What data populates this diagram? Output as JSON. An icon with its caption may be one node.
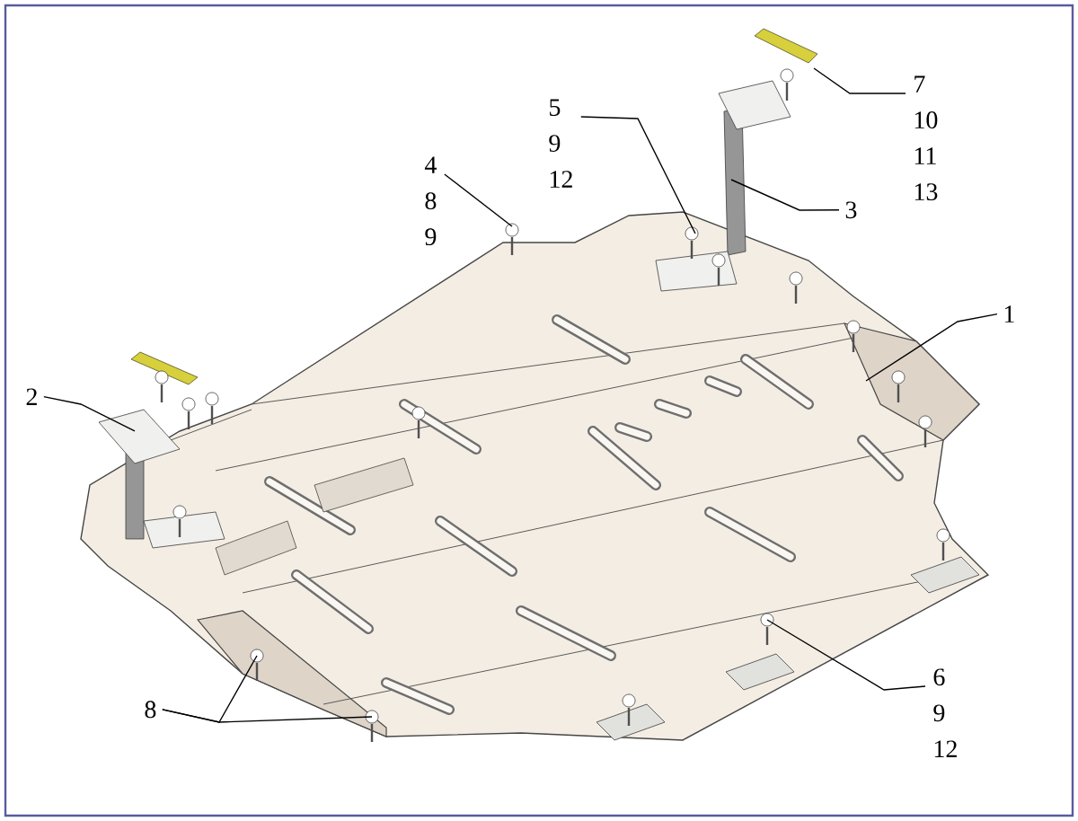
{
  "diagram": {
    "nodes": [
      {
        "text": [
          "7",
          "10",
          "11",
          "13"
        ]
      },
      {
        "text": [
          "5",
          "9",
          "12"
        ]
      },
      {
        "text": [
          "4",
          "8",
          "9"
        ]
      },
      {
        "text": [
          "3"
        ]
      },
      {
        "text": [
          "1"
        ]
      },
      {
        "text": [
          "2"
        ]
      },
      {
        "text": [
          "6",
          "9",
          "12"
        ]
      },
      {
        "text": [
          "8"
        ]
      }
    ],
    "edges": [
      {
        "from": 0,
        "to": null,
        "arrow": "none"
      },
      {
        "from": 1,
        "to": null,
        "arrow": "none"
      },
      {
        "from": 2,
        "to": null,
        "arrow": "none"
      },
      {
        "from": 3,
        "to": null,
        "arrow": "none"
      },
      {
        "from": 4,
        "to": null,
        "arrow": "none"
      },
      {
        "from": 5,
        "to": null,
        "arrow": "none"
      },
      {
        "from": 6,
        "to": null,
        "arrow": "none"
      },
      {
        "from": 7,
        "to": null,
        "arrow": "none"
      },
      {
        "from": 7,
        "to": null,
        "arrow": "none"
      }
    ]
  }
}
